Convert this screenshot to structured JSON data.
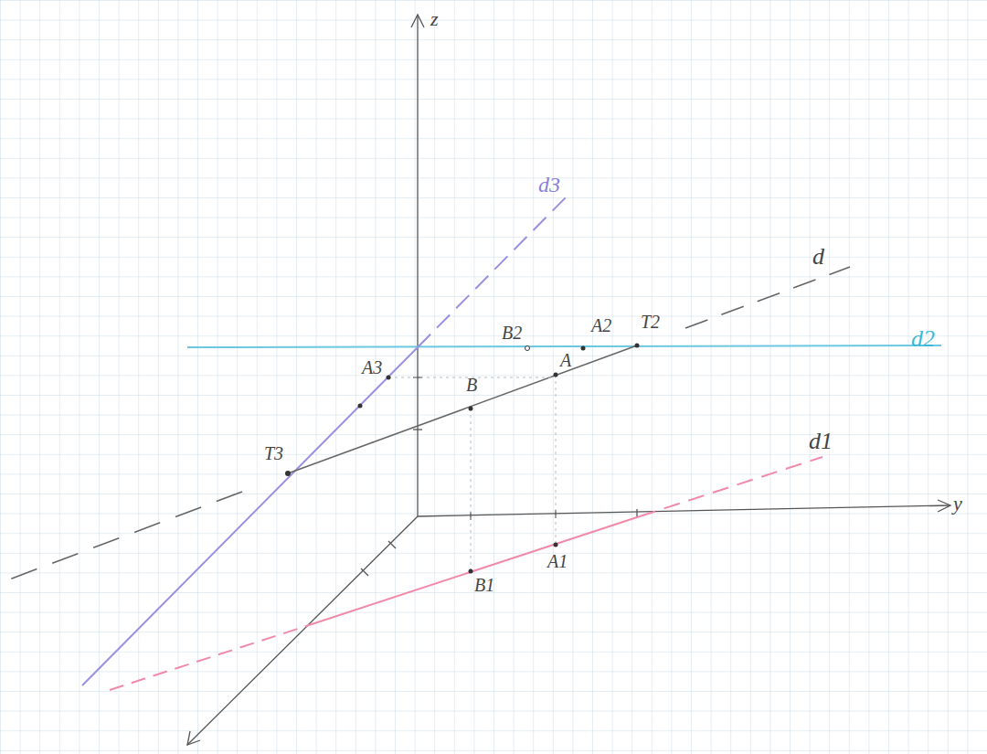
{
  "diagram": {
    "labels": [
      "z",
      "y",
      "d3",
      "d",
      "d2",
      "d1",
      "B2",
      "A2",
      "T2",
      "A3",
      "B",
      "A",
      "T3",
      "B1",
      "A1"
    ]
  }
}
